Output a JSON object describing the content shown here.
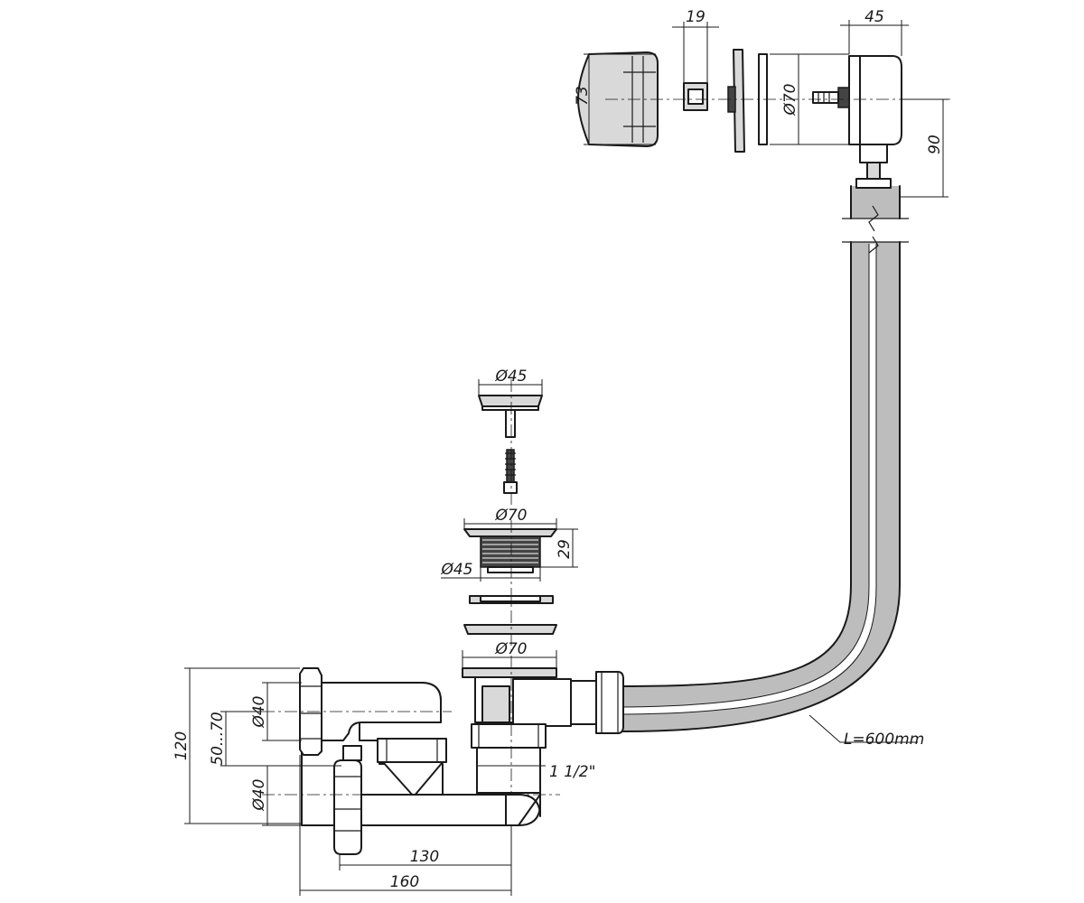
{
  "colors": {
    "line": "#1a1a1a",
    "hose": "#bdbdbd",
    "metal": "#d9d9d9",
    "background": "#ffffff"
  },
  "dimensions": {
    "overflow_cap_height": "73",
    "overflow_insert_width": "19",
    "overflow_body_diameter": "Ø70",
    "overflow_body_depth": "45",
    "overflow_height": "90",
    "plug_cap_diameter": "Ø45",
    "flange_diameter": "Ø70",
    "flange_height": "29",
    "flange_inner_diameter": "Ø45",
    "drain_body_diameter": "Ø70",
    "trap_total_height": "120",
    "trap_inlet_diameter": "Ø40",
    "trap_adjust_range": "50...70",
    "trap_outlet_diameter": "Ø40",
    "thread_size": "1 1/2\"",
    "trap_length_inner": "130",
    "trap_length_total": "160",
    "hose_length": "L=600mm"
  }
}
